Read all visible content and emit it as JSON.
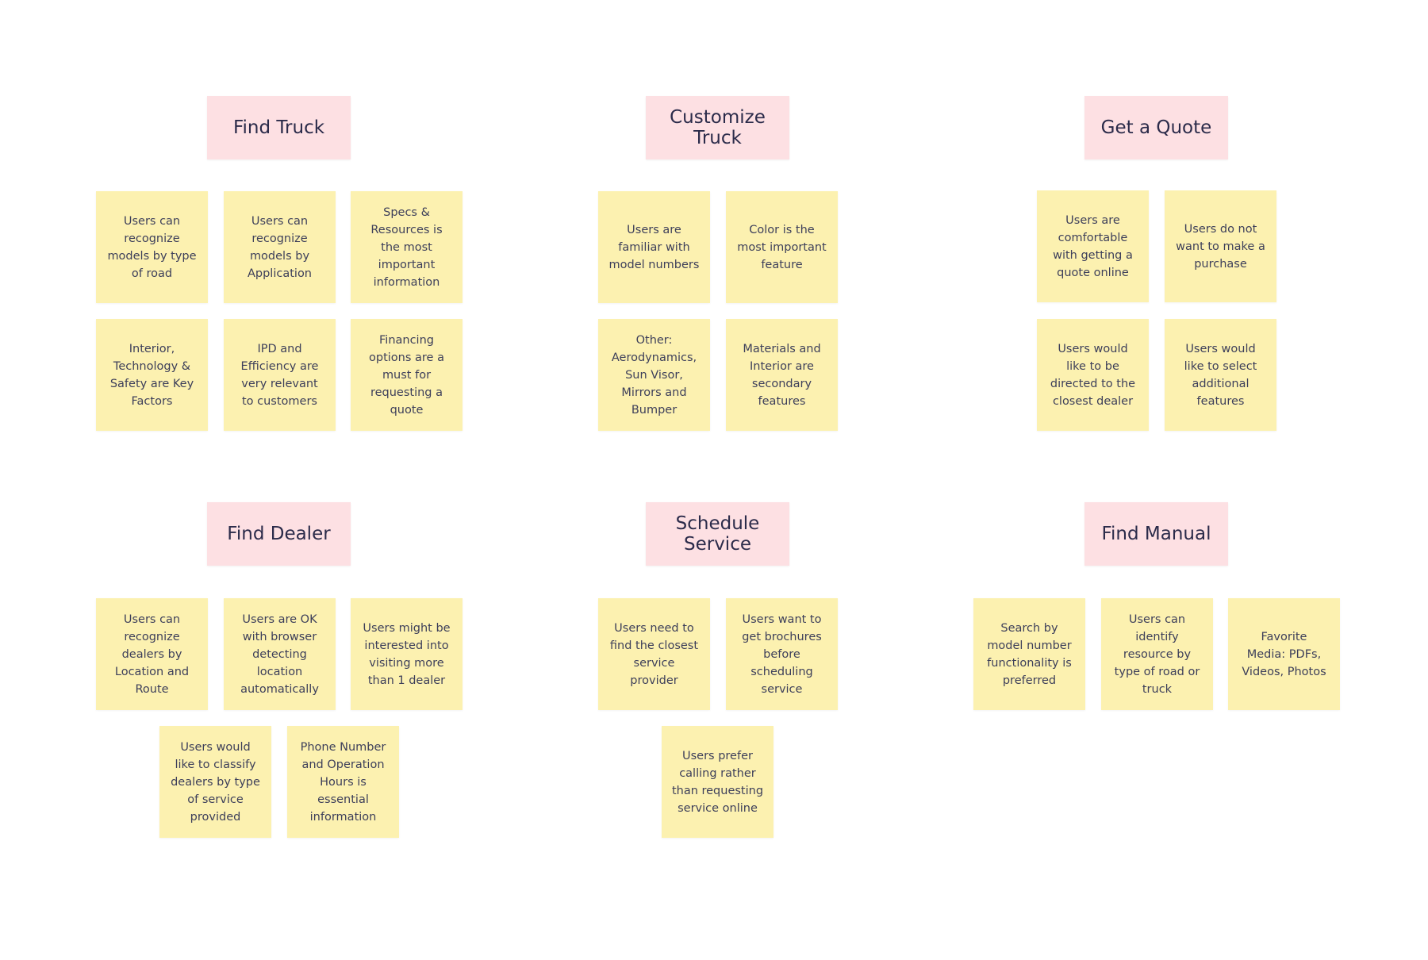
{
  "colors": {
    "header": "#fde0e3",
    "note": "#fcf1b0",
    "text": "#2b2b4a"
  },
  "groups": {
    "find_truck": {
      "title": "Find Truck",
      "notes": [
        "Users can\nrecognize\nmodels by type\nof road",
        "Users can\nrecognize\nmodels by\nApplication",
        "Specs &\nResources is\nthe most\nimportant\ninformation",
        "Interior,\nTechnology &\nSafety are Key\nFactors",
        "IPD and\nEfficiency are\nvery relevant\nto customers",
        "Financing\noptions are a\nmust for\nrequesting a\nquote"
      ]
    },
    "customize_truck": {
      "title": "Customize\nTruck",
      "notes": [
        "Users are\nfamiliar with\nmodel numbers",
        "Color is the\nmost important\nfeature",
        "Other:\nAerodynamics,\nSun Visor,\nMirrors and\nBumper",
        "Materials and\nInterior are\nsecondary\nfeatures"
      ]
    },
    "get_quote": {
      "title": "Get a Quote",
      "notes": [
        "Users are\ncomfortable\nwith getting a\nquote online",
        "Users do not\nwant to make a\npurchase",
        "Users would\nlike to be\ndirected to the\nclosest dealer",
        "Users would\nlike to select\nadditional\nfeatures"
      ]
    },
    "find_dealer": {
      "title": "Find Dealer",
      "notes": [
        "Users can\nrecognize\ndealers by\nLocation and\nRoute",
        "Users are OK\nwith browser\ndetecting\nlocation\nautomatically",
        "Users might be\ninterested into\nvisiting more\nthan 1 dealer",
        "Users would\nlike to classify\ndealers by type\nof service\nprovided",
        "Phone Number\nand Operation\nHours is\nessential\ninformation"
      ]
    },
    "schedule_service": {
      "title": "Schedule\nService",
      "notes": [
        "Users need to\nfind the closest\nservice\nprovider",
        "Users want to\nget brochures\nbefore\nscheduling\nservice",
        "Users prefer\ncalling rather\nthan requesting\nservice online"
      ]
    },
    "find_manual": {
      "title": "Find Manual",
      "notes": [
        "Search by\nmodel number\nfunctionality is\npreferred",
        "Users can\nidentify\nresource by\ntype of road or\ntruck",
        "Favorite\nMedia: PDFs,\nVideos, Photos"
      ]
    }
  }
}
